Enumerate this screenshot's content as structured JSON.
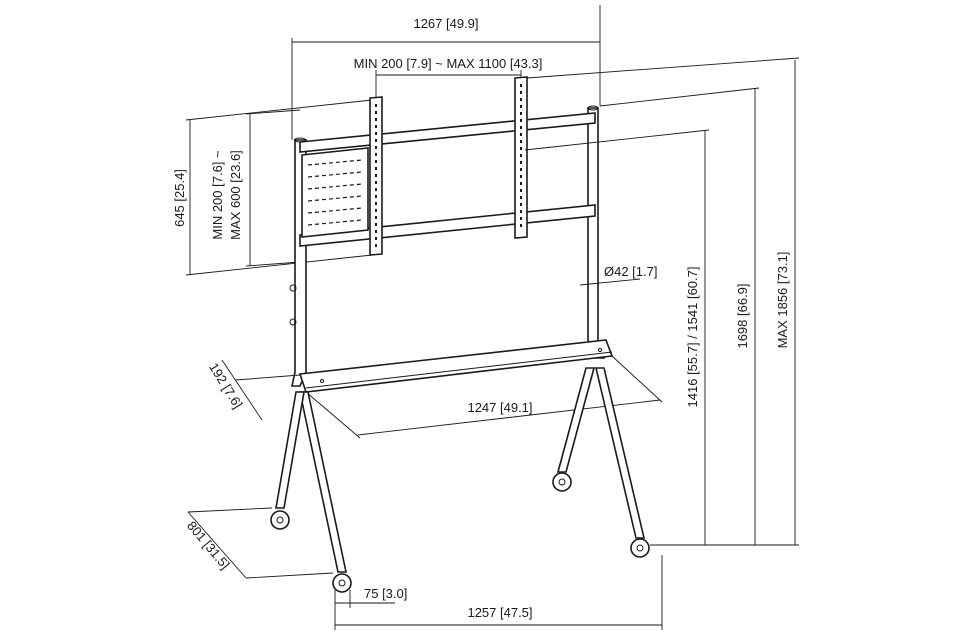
{
  "diagram": {
    "title": "Mobile display stand dimension drawing",
    "dimensions": {
      "overall_width": "1267 [49.9]",
      "vesa_horizontal": "MIN 200 [7.9] ~ MAX 1100 [43.3]",
      "rail_height": "645 [25.4]",
      "vesa_vertical_line1": "MIN 200 [7.6] ~",
      "vesa_vertical_line2": "MAX 600 [23.6]",
      "tube_diameter": "Ø42 [1.7]",
      "center_height": "1416 [55.7] / 1541 [60.7]",
      "height": "1698 [66.9]",
      "max_height": "MAX 1856 [73.1]",
      "shelf_depth": "192 [7.6]",
      "shelf_width": "1247 [49.1]",
      "base_depth": "801 [31.5]",
      "caster_offset": "75 [3.0]",
      "base_width": "1257 [47.5]"
    }
  }
}
